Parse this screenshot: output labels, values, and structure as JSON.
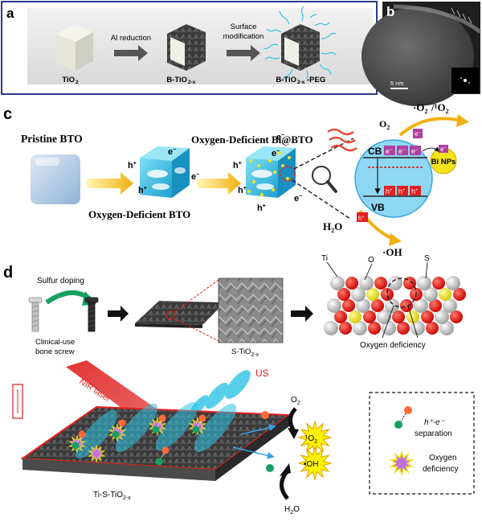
{
  "panels": {
    "a": {
      "letter": "a",
      "labels": [
        "TiO",
        "B-TiO",
        "B-TiO",
        "-PEG"
      ],
      "sub": {
        "tio2": "2",
        "btio": "2-x",
        "btio_peg": "2-x"
      },
      "arrow1": "Al reduction",
      "arrow2_line1": "Surface",
      "arrow2_line2": "modification"
    },
    "b": {
      "letter": "b",
      "scale": "5 nm"
    },
    "c": {
      "letter": "c",
      "pristine": "Pristine BTO",
      "od_bto": "Oxygen-Deficient BTO",
      "od_bi": "Oxygen-Deficient Bi@BTO",
      "o2": "O",
      "o2_sub": "2",
      "ros": "·O",
      "ros_rest": "/¹O",
      "ros_sub1": "2",
      "ros_sup": "−",
      "ros_sub2": "2",
      "cb": "CB",
      "vb": "VB",
      "bi_nps": "Bi NPs",
      "h2o": "H",
      "h2o_rest": "O",
      "h2o_sub": "2",
      "oh": "·OH",
      "e": "e",
      "h": "h",
      "minus": "−",
      "plus": "+"
    },
    "d": {
      "letter": "d",
      "sulfur_doping": "Sulfur doping",
      "screw_line1": "Clinical-use",
      "screw_line2": "bone screw",
      "s_tio": "S-TiO",
      "s_tio_sub": "2-x",
      "ti": "Ti",
      "o": "O",
      "s": "S",
      "oxygen_deficiency": "Oxygen deficiency",
      "nir": "NIR laser",
      "us": "US",
      "o2": "O",
      "o2_sub": "2",
      "singlet": "¹O",
      "singlet_sub": "2",
      "oh": "•OH",
      "h2o": "H",
      "h2o_rest": "O",
      "h2o_sub": "2",
      "device": "Ti-S-TiO",
      "device_sub": "2-x",
      "legend_sep_italic": "h⁺-e⁻",
      "legend_sep": "separation",
      "legend_def_line1": "Oxygen",
      "legend_def_line2": "deficiency"
    }
  },
  "colors": {
    "panel_a_border": "#2b3a8c",
    "cyan": "#2ec4e6",
    "red_laser": "#e02020",
    "oxygen_red": "#e01818",
    "ti_grey": "#c8c8c8",
    "sulfur_yellow": "#f2e21a",
    "yellow_star": "#fff200",
    "purple": "#c070e0"
  }
}
